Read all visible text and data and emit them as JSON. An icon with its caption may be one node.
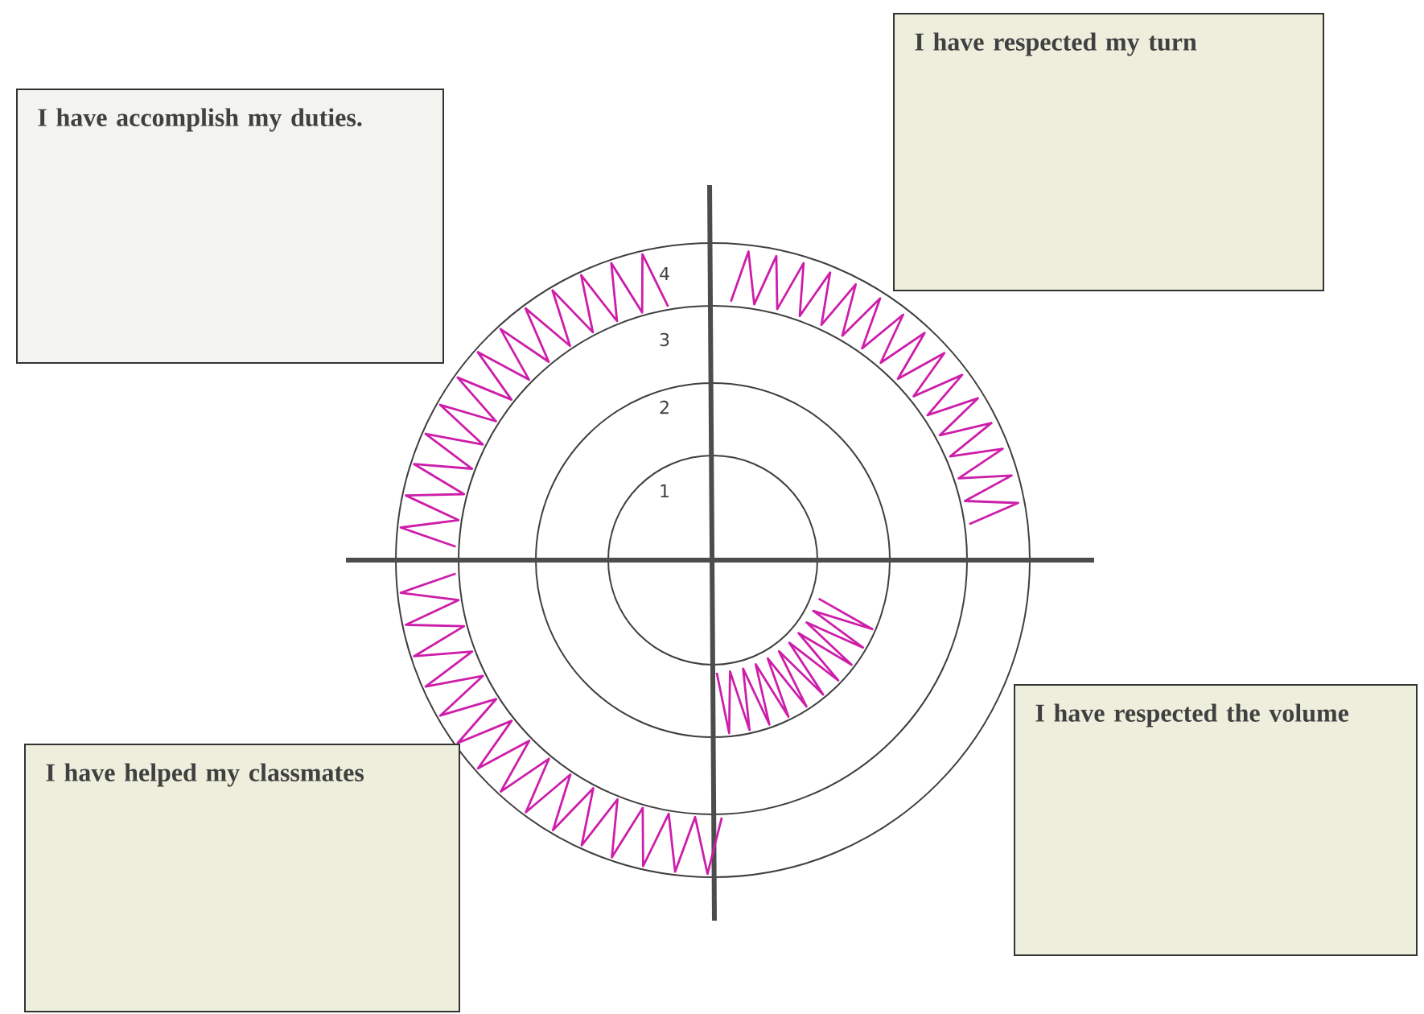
{
  "diagram": {
    "nodes": [
      {
        "text": [
          "I have accomplish my duties."
        ]
      },
      {
        "text": [
          "I have respected my turn"
        ]
      },
      {
        "text": [
          "I have helped my classmates"
        ]
      },
      {
        "text": [
          "I have respected the volume"
        ]
      }
    ],
    "labels": [
      "4",
      "3",
      "2",
      "1"
    ]
  }
}
